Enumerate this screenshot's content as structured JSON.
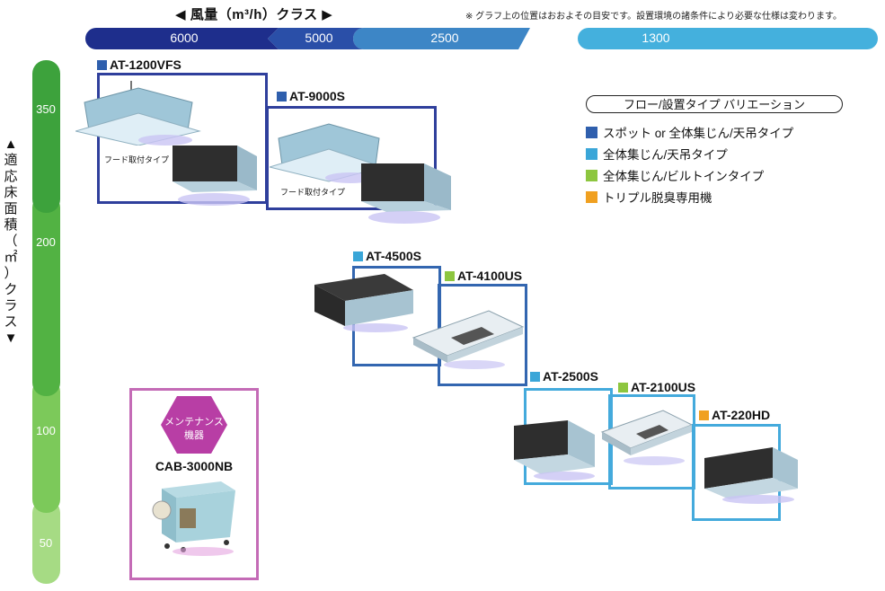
{
  "header": {
    "airflow_title": "◀ 風量（m³/h）クラス ▶",
    "note": "※ グラフ上の位置はおおよその目安です。設置環境の諸条件により必要な仕様は変わります。",
    "bands": [
      {
        "label": "6000",
        "color": "#1e2e8c"
      },
      {
        "label": "5000",
        "color": "#2a4fa8"
      },
      {
        "label": "2500",
        "color": "#3d86c6"
      },
      {
        "label": "1300",
        "color": "#44b0dd"
      }
    ]
  },
  "area_axis": {
    "title": "▲適応床面積（㎡）クラス▼",
    "ticks": [
      {
        "label": "350",
        "color": "#3da23c"
      },
      {
        "label": "200",
        "color": "#52b243"
      },
      {
        "label": "100",
        "color": "#7cc95a"
      },
      {
        "label": "50",
        "color": "#a6db84"
      }
    ]
  },
  "legend": {
    "title": "フロー/設置タイプ バリエーション",
    "items": [
      {
        "label": "スポット or 全体集じん/天吊タイプ",
        "color": "#2f5fad"
      },
      {
        "label": "全体集じん/天吊タイプ",
        "color": "#3aa6d8"
      },
      {
        "label": "全体集じん/ビルトインタイプ",
        "color": "#8dc63f"
      },
      {
        "label": "トリプル脱臭専用機",
        "color": "#f0a020"
      }
    ]
  },
  "products": [
    {
      "model": "AT-1200VFS",
      "type_color": "#2f5fad",
      "border_color": "#2f3f9c",
      "hood_note": "フード取付タイプ"
    },
    {
      "model": "AT-9000S",
      "type_color": "#2f5fad",
      "border_color": "#2f3f9c",
      "hood_note": "フード取付タイプ"
    },
    {
      "model": "AT-4500S",
      "type_color": "#3aa6d8",
      "border_color": "#3366b0"
    },
    {
      "model": "AT-4100US",
      "type_color": "#8dc63f",
      "border_color": "#3366b0"
    },
    {
      "model": "AT-2500S",
      "type_color": "#3aa6d8",
      "border_color": "#44aadc"
    },
    {
      "model": "AT-2100US",
      "type_color": "#8dc63f",
      "border_color": "#44aadc"
    },
    {
      "model": "AT-220HD",
      "type_color": "#f0a020",
      "border_color": "#44aadc"
    }
  ],
  "maintenance": {
    "badge": "メンテナンス\n機器",
    "badge_line1": "メンテナンス",
    "badge_line2": "機器",
    "model": "CAB-3000NB",
    "border_color": "#c46bb6",
    "badge_color": "#b83ea5"
  }
}
